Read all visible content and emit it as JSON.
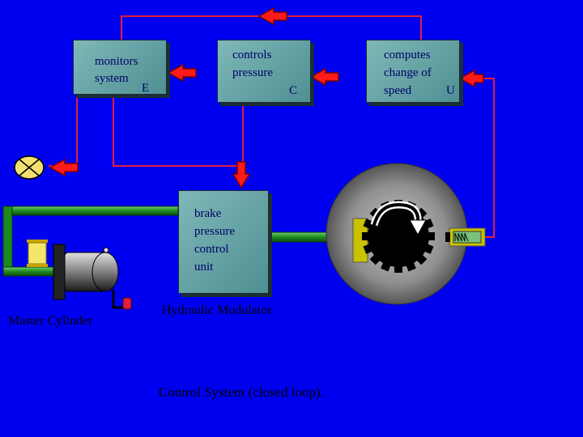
{
  "boxes": {
    "monitors": {
      "line1": "monitors",
      "line2": "system",
      "tag": "E"
    },
    "controls": {
      "line1": "controls",
      "line2": "pressure",
      "tag": "C"
    },
    "computes": {
      "line1": "computes",
      "line2": "change of",
      "line3": "speed",
      "tag": "U"
    },
    "brake": {
      "line1": "brake",
      "line2": "pressure",
      "line3": "control",
      "line4": "unit"
    }
  },
  "captions": {
    "master_cylinder": "Master Cylinder",
    "hydraulic_modulator": "Hydraulic Modulator",
    "control_system": "Control System (closed loop)."
  },
  "colors": {
    "background": "#0000f0",
    "box_fill": "#6aa6a8",
    "signal_line": "#e0203a",
    "arrow_fill": "#ff1a1a",
    "hydraulic_line": "#2e9a2e",
    "warning_lamp": "#f2e070",
    "wheel": "#8a8a8a",
    "gear": "#000000"
  },
  "icons": {
    "warning_lamp": "warning-lamp-icon",
    "reservoir": "reservoir-icon",
    "wheel": "wheel-icon",
    "gear": "tone-wheel-gear-icon",
    "sensor": "speed-sensor-icon",
    "rotation": "rotation-arrow-icon"
  }
}
